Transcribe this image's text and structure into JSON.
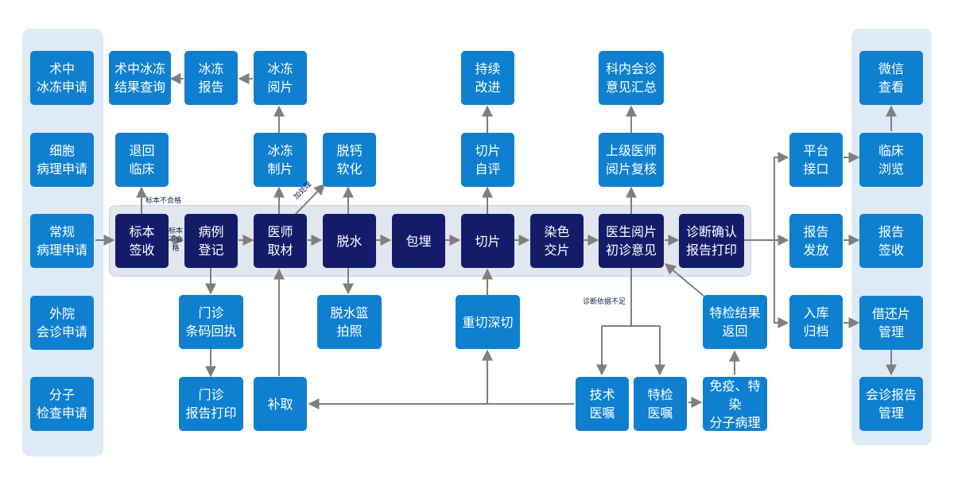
{
  "colors": {
    "light_node": "#0f80d0",
    "dark_node": "#141c6a",
    "arrow": "#7f7f7f",
    "panel": "#deebf7",
    "band": "#e1e6ef"
  },
  "left": {
    "intraop": "术中\n冰冻申请",
    "cyto": "细胞\n病理申请",
    "routine": "常规\n病理申请",
    "external": "外院\n会诊申请",
    "molecular": "分子\n检查申请"
  },
  "right": {
    "wechat": "微信\n查看",
    "clinical_browse": "临床\n浏览",
    "report_sign": "报告\n签收",
    "slide_lend": "借还片\n管理",
    "consult_report": "会诊报告\n管理"
  },
  "main": {
    "sign": "标本\n签收",
    "register": "病例\n登记",
    "grossing": "医师\n取材",
    "dehydrate": "脱水",
    "embed": "包埋",
    "section": "切片",
    "stain": "染色\n交片",
    "initial_diag": "医生阅片\n初诊意见",
    "confirm_print": "诊断确认\n报告打印"
  },
  "top": {
    "frozen_query": "术中冰冻\n结果查询",
    "frozen_report": "冰冻\n报告",
    "frozen_read": "冰冻\n阅片",
    "return": "退回\n临床",
    "frozen_section": "冰冻\n制片",
    "decalcify": "脱钙\n软化",
    "improve": "持续\n改进",
    "self_eval": "切片\n自评",
    "dept_consult": "科内会诊\n意见汇总",
    "senior_review": "上级医师\n阅片复核"
  },
  "bottom": {
    "outpatient_barcode": "门诊\n条码回执",
    "outpatient_print": "门诊\n报告打印",
    "supplement": "补取",
    "basket_photo": "脱水篮\n拍照",
    "recut": "重切深切",
    "tech_order": "技术\n医嘱",
    "special_order": "特检\n医嘱",
    "ihc_molecular": "免疫、特染\n分子病理",
    "special_return": "特检结果\n返回"
  },
  "output": {
    "platform": "平台\n接口",
    "report_issue": "报告\n发放",
    "archive": "入库\n归档"
  },
  "labels": {
    "unqualified_up": "标本不合格",
    "unqualified_side": "标本不合格",
    "extra_process": "加处理",
    "insufficient": "诊断依据不足"
  }
}
